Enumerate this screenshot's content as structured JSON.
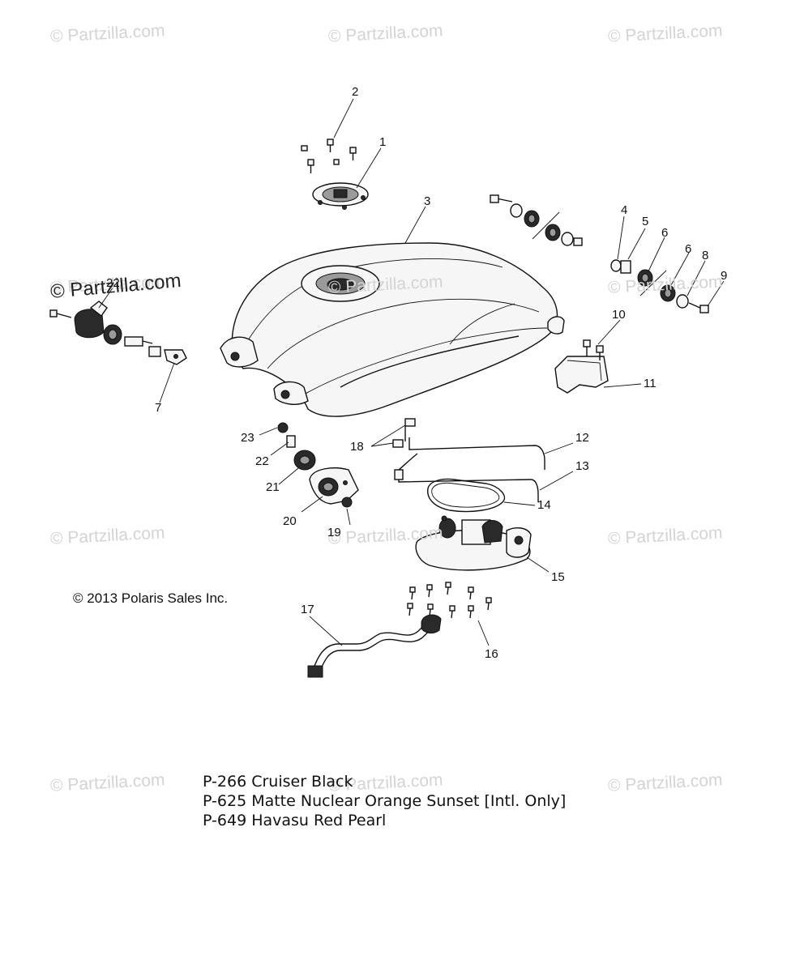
{
  "watermarks": [
    "© Partzilla.com",
    "© Partzilla.com",
    "© Partzilla.com",
    "© Partzilla.com",
    "© Partzilla.com",
    "© Partzilla.com",
    "© Partzilla.com",
    "© Partzilla.com",
    "© Partzilla.com",
    "© Partzilla.com",
    "© Partzilla.com",
    "© Partzilla.com"
  ],
  "watermark_dark": "© Partzilla.com",
  "callouts": [
    "1",
    "2",
    "3",
    "4",
    "5",
    "6",
    "6",
    "7",
    "8",
    "9",
    "10",
    "11",
    "12",
    "13",
    "14",
    "15",
    "16",
    "17",
    "18",
    "19",
    "20",
    "21",
    "22",
    "23",
    "22"
  ],
  "copyright": "© 2013 Polaris Sales Inc.",
  "color_codes": [
    "P-266 Cruiser Black",
    "P-625 Matte Nuclear Orange Sunset [Intl. Only]",
    "P-649 Havasu Red Pearl"
  ]
}
